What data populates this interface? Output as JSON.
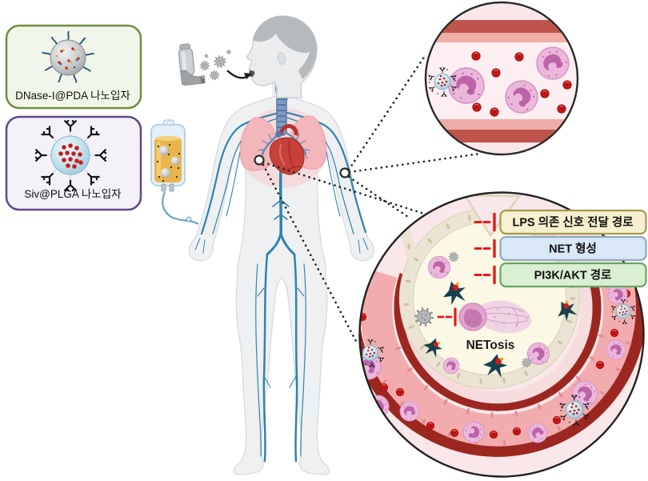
{
  "left_panel": {
    "boxes": [
      {
        "label": "DNase-I@PDA 나노입자",
        "fill": "#f1f6ea",
        "border": "#6f8f3e"
      },
      {
        "label": "Siv@PLGA 나노입자",
        "fill": "#f4f1f8",
        "border": "#5f4b8b"
      }
    ]
  },
  "pathway_panel": {
    "boxes": [
      {
        "label": "LPS 의존 신호 전달 경로",
        "fill": "#f6f0cf",
        "border": "#a3984a"
      },
      {
        "label": "NET 형성",
        "fill": "#d8e8f7",
        "border": "#90a9be"
      },
      {
        "label": "PI3K/AKT 경로",
        "fill": "#d9efd1",
        "border": "#68a663"
      }
    ],
    "inhibition_color": "#e41a1a"
  },
  "labels": {
    "netosis": "NETosis"
  },
  "icons": [
    "inhaler-icon",
    "aerosol-particle-icon",
    "iv-bag-icon",
    "iv-tube-icon",
    "human-body-icon",
    "lungs-icon",
    "heart-icon",
    "trachea-icon",
    "vein-icon",
    "magnifier-callout-circle",
    "neutrophil-icon",
    "red-blood-cell-icon",
    "nanoparticle-gray-icon",
    "nanoparticle-blue-icon",
    "antibody-icon",
    "virus-icon",
    "activated-platelet-icon",
    "netosis-cell-icon",
    "inhibition-arrow-icon"
  ],
  "colors": {
    "vein": "#2f84ad",
    "lung": "#f3b6ba",
    "heart": "#c8403a",
    "rbc": "#cf1717",
    "vessel_wall_dark": "#9c2720",
    "vessel_band_salmon": "#f3acae",
    "alveolar_space": "#fbf8e6",
    "epithelium": "#ece4d2",
    "neutrophil_body": "#ebb7db",
    "neutrophil_nucleus": "#bb5fa6",
    "nanoparticle_blue": "#97c5d8",
    "nanoparticle_gray": "#9b9fa2",
    "iv_fluid": "#e9b54a",
    "inhibition": "#e41a1a"
  }
}
